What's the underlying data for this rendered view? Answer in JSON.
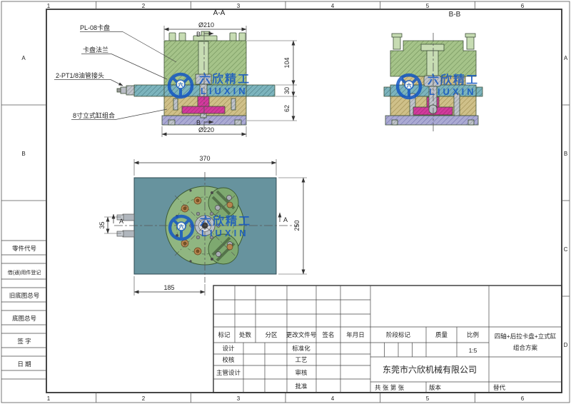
{
  "frame": {
    "cols": [
      "1",
      "2",
      "3",
      "4",
      "5",
      "6"
    ],
    "rows": [
      "A",
      "B",
      "C",
      "D"
    ]
  },
  "left_block": {
    "rows": [
      "零件代号",
      "借(通)用件登记",
      "旧底图总号",
      "底图总号",
      "签 字",
      "日 期"
    ]
  },
  "title_block": {
    "rev_cols": [
      "标记",
      "处数",
      "分区",
      "更改文件号",
      "签名",
      "年月日"
    ],
    "roles_left": [
      "设计",
      "校核",
      "主管设计"
    ],
    "roles_right": [
      "标准化",
      "工艺",
      "审核",
      "批准"
    ],
    "stage": "阶段标记",
    "mass": "质量",
    "scale": "比例",
    "scale_value": "1:5",
    "title_line1": "四轴+后拉卡盘+立式缸",
    "title_line2": "组合方案",
    "company": "东莞市六欣机械有限公司",
    "sheets": "共 张 第 张",
    "version": "版本",
    "replace": "替代"
  },
  "drawing": {
    "views": {
      "aa": {
        "title": "A-A"
      },
      "bb": {
        "title": "B-B"
      }
    },
    "leaders": {
      "chuck": "PL-08卡盘",
      "flange": "卡盘法兰",
      "oil": "2-PT1/8油管接头",
      "cylinder": "8寸立式缸组合"
    },
    "dims": {
      "aa_top_dia": "Ø210",
      "aa_bottom_dia": "Ø220",
      "aa_h_upper": "104",
      "aa_h_mid": "30",
      "aa_h_lower": "62",
      "tv_width": "370",
      "tv_height": "250",
      "tv_offset": "185",
      "tv_pitch": "35",
      "section_b": "B",
      "section_a": "A"
    },
    "watermark": {
      "cn": "六欣精工",
      "en": "LIUXIN",
      "color": "#1457c3"
    },
    "colors": {
      "chuck_green": "#a5c389",
      "plate_teal": "#7cb4bd",
      "cylinder_tan": "#cfc089",
      "piston_magenta": "#d13a9c",
      "base_purple": "#abaad3"
    }
  }
}
